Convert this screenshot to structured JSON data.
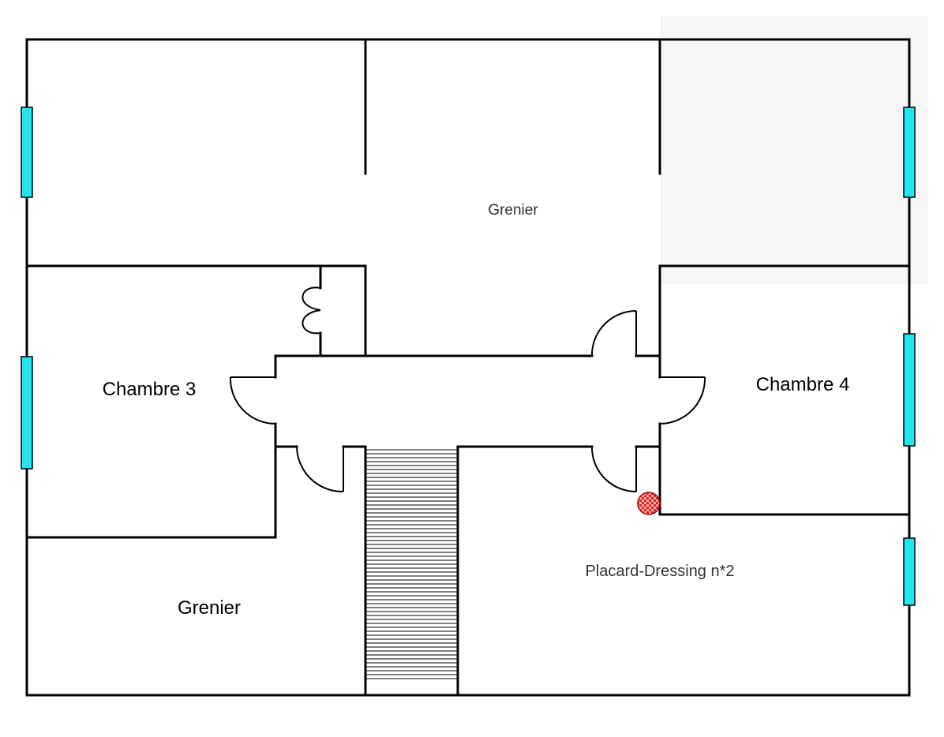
{
  "plan": {
    "rooms": {
      "grenier_top": "Grenier",
      "chambre_3": "Chambre 3",
      "chambre_4": "Chambre 4",
      "placard": "Placard-Dressing n*2",
      "grenier_bottom": "Grenier"
    },
    "colors": {
      "wall": "#000000",
      "window": "#22e6ee",
      "marker": "#e02020",
      "shaded_area": "#f6f6f6"
    }
  }
}
